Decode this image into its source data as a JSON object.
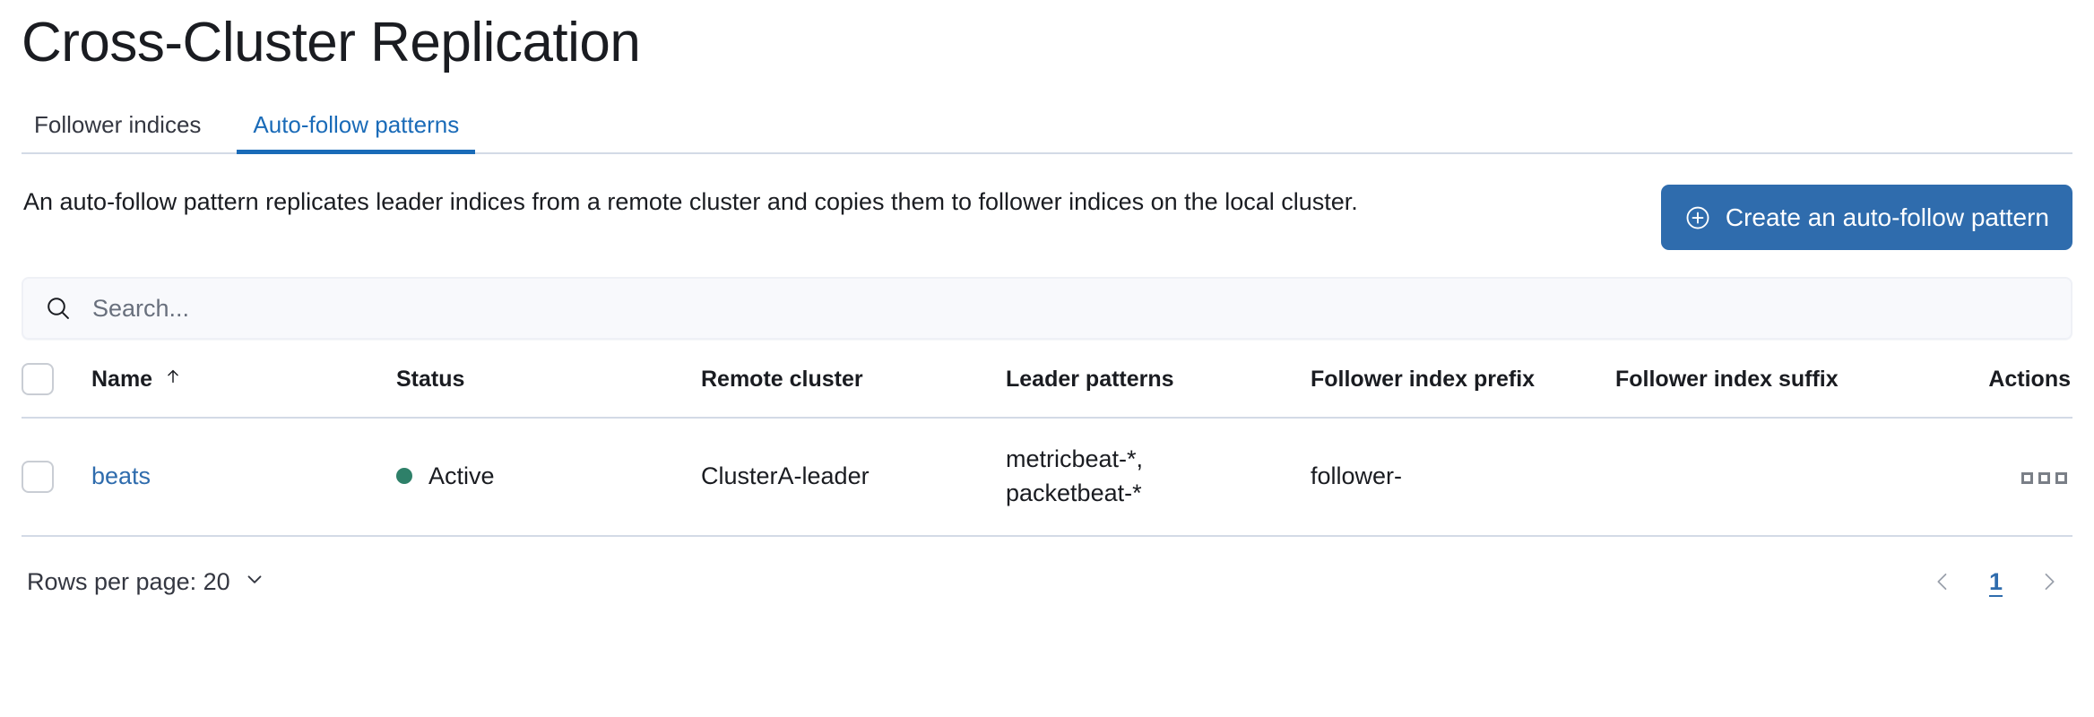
{
  "header": {
    "title": "Cross-Cluster Replication"
  },
  "tabs": [
    {
      "label": "Follower indices",
      "active": false,
      "name": "tab-follower-indices"
    },
    {
      "label": "Auto-follow patterns",
      "active": true,
      "name": "tab-auto-follow-patterns"
    }
  ],
  "description": "An auto-follow pattern replicates leader indices from a remote cluster and copies them to follower indices on the local cluster.",
  "create_button": {
    "label": "Create an auto-follow pattern",
    "icon": "plus-in-circle-icon",
    "color": "#2f6cad"
  },
  "search": {
    "value": "",
    "placeholder": "Search...",
    "icon": "search-icon"
  },
  "table": {
    "columns": [
      {
        "key": "name",
        "label": "Name",
        "sorted": true,
        "sort_direction": "asc",
        "sort_icon": "arrow-up-icon"
      },
      {
        "key": "status",
        "label": "Status"
      },
      {
        "key": "remote_cluster",
        "label": "Remote cluster"
      },
      {
        "key": "leader_patterns",
        "label": "Leader patterns"
      },
      {
        "key": "follower_index_prefix",
        "label": "Follower index prefix"
      },
      {
        "key": "follower_index_suffix",
        "label": "Follower index suffix"
      },
      {
        "key": "actions",
        "label": "Actions"
      }
    ],
    "rows": [
      {
        "name": "beats",
        "status": "Active",
        "status_color": "#2e8069",
        "remote_cluster": "ClusterA-leader",
        "leader_patterns": "metricbeat-*,\npacketbeat-*",
        "follower_index_prefix": "follower-",
        "follower_index_suffix": "",
        "actions_icon": "ellipsis-actions-icon"
      }
    ]
  },
  "footer": {
    "rows_per_page_label": "Rows per page: 20",
    "rows_per_page_icon": "chevron-down-icon",
    "pagination": {
      "prev_icon": "chevron-left-icon",
      "next_icon": "chevron-right-icon",
      "current_page": "1"
    }
  }
}
